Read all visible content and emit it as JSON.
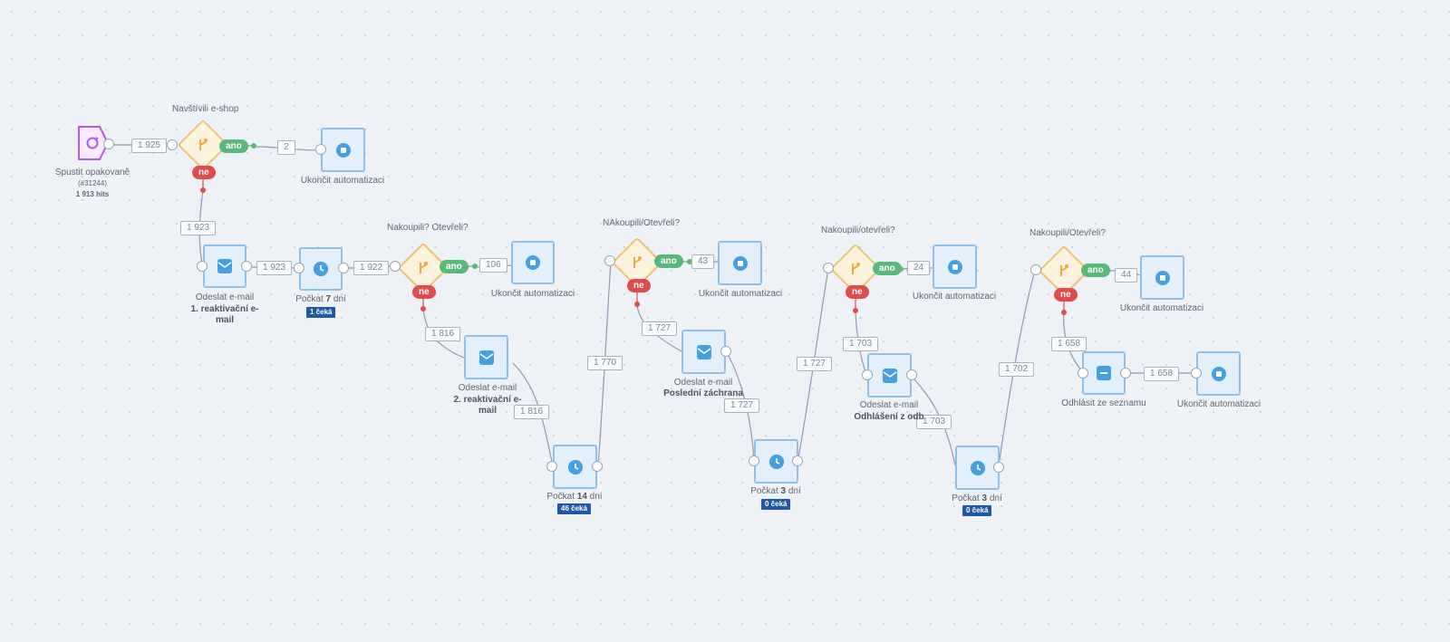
{
  "start": {
    "label": "Spustit opakovaně",
    "sublabel": "(#31244)",
    "hits": "1 913 hits",
    "icon": "repeat-icon"
  },
  "end_label": "Ukončit automatizaci",
  "decisions": [
    {
      "title": "Navštívili e-shop",
      "yes": "ano",
      "no": "ne"
    },
    {
      "title": "Nakoupili? Otevřeli?",
      "yes": "ano",
      "no": "ne"
    },
    {
      "title": "NAkoupili/Otevřeli?",
      "yes": "ano",
      "no": "ne"
    },
    {
      "title": "Nakoupili/otevřeli?",
      "yes": "ano",
      "no": "ne"
    },
    {
      "title": "Nakoupili/Otevřeli?",
      "yes": "ano",
      "no": "ne"
    }
  ],
  "emails": [
    {
      "action": "Odeslat e-mail",
      "name_line1": "1. reaktivační e-",
      "name_line2": "mail"
    },
    {
      "action": "Odeslat e-mail",
      "name_line1": "2. reaktivační e-",
      "name_line2": "mail"
    },
    {
      "action": "Odeslat e-mail",
      "name_line1": "Poslední záchrana",
      "name_line2": ""
    },
    {
      "action": "Odeslat e-mail",
      "name_line1": "Odhlášení z odb",
      "name_line2": ""
    }
  ],
  "waits": [
    {
      "prefix": "Počkat",
      "days": "7",
      "suffix": "dní",
      "waiting": "1 čeká"
    },
    {
      "prefix": "Počkat",
      "days": "14",
      "suffix": "dní",
      "waiting": "46 čeká"
    },
    {
      "prefix": "Počkat",
      "days": "3",
      "suffix": "dní",
      "waiting": "0 čeká"
    },
    {
      "prefix": "Počkat",
      "days": "3",
      "suffix": "dní",
      "waiting": "0 čeká"
    }
  ],
  "unsubscribe": {
    "label": "Odhlásit ze seznamu"
  },
  "counts": {
    "c1": "1 925",
    "c2": "2",
    "c3": "1 923",
    "c4": "1 923",
    "c5": "1 922",
    "c6": "106",
    "c7": "1 816",
    "c8": "1 816",
    "c9": "1 770",
    "c10": "43",
    "c11": "1 727",
    "c12": "1 727",
    "c13": "1 727",
    "c14": "24",
    "c15": "1 703",
    "c16": "1 703",
    "c17": "1 702",
    "c18": "44",
    "c19": "1 658",
    "c20": "1 658"
  },
  "colors": {
    "link": "#8e9ab6",
    "yes": "#58b97a",
    "no": "#e04b4b",
    "node_border": "#8ec0ea",
    "node_icon": "#46a0e0",
    "decision_border": "#f0c26d",
    "trigger": "#b25be0",
    "wait_badge": "#2058a8"
  }
}
